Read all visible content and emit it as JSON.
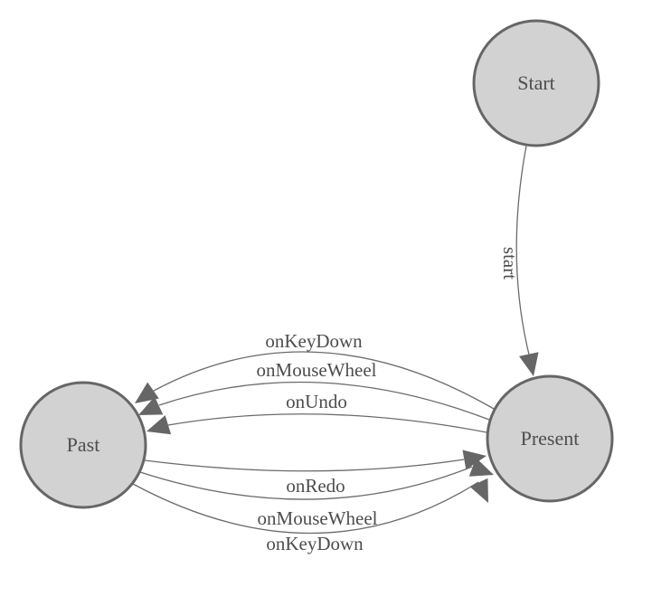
{
  "diagram": {
    "nodes": {
      "start": {
        "label": "Start"
      },
      "past": {
        "label": "Past"
      },
      "present": {
        "label": "Present"
      }
    },
    "edges": {
      "start_transition": {
        "label": "start"
      },
      "present_to_past": [
        {
          "label": "onKeyDown"
        },
        {
          "label": "onMouseWheel"
        },
        {
          "label": "onUndo"
        }
      ],
      "past_to_present": [
        {
          "label": "onRedo"
        },
        {
          "label": "onMouseWheel"
        },
        {
          "label": "onKeyDown"
        }
      ]
    },
    "colors": {
      "node_fill": "#d2d2d2",
      "node_stroke": "#666666",
      "edge_stroke": "#6b6b6b",
      "arrow_fill": "#666666",
      "label_color": "#4d4d4d",
      "background": "#ffffff"
    }
  }
}
